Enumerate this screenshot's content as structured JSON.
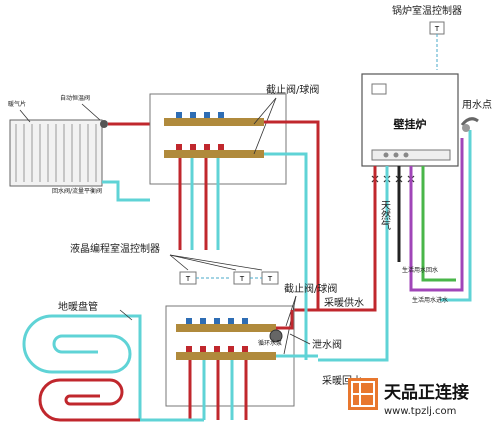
{
  "labels": {
    "boiler_controller": "锅炉室温控制器",
    "wall_boiler": "壁挂炉",
    "water_point": "用水点",
    "valve_top": "截止阀/球阀",
    "radiator": "暖气片",
    "thermostat_valve": "自动恒温阀",
    "return_balance": "回水阀/流量平衡阀",
    "lcd_controller": "液晶编程室温控制器",
    "floor_coil": "地暖盘管",
    "valve_bottom": "截止阀/球阀",
    "heating_supply": "采暖供水",
    "drain_valve": "泄水阀",
    "heating_return": "采暖回水",
    "circ_pump": "循环水泵",
    "natural_gas": "天然气",
    "dhw_return": "生活用水回水",
    "dhw_supply": "生活用水进水",
    "thermostat_t": "T"
  },
  "brand": {
    "name": "天品正连接",
    "url": "www.tpzlj.com"
  },
  "colors": {
    "hot": "#c0272d",
    "cold": "#5fd3d6",
    "gas": "#222222",
    "purple": "#a045b8",
    "green": "#49b649",
    "logo_orange": "#e8772e"
  }
}
